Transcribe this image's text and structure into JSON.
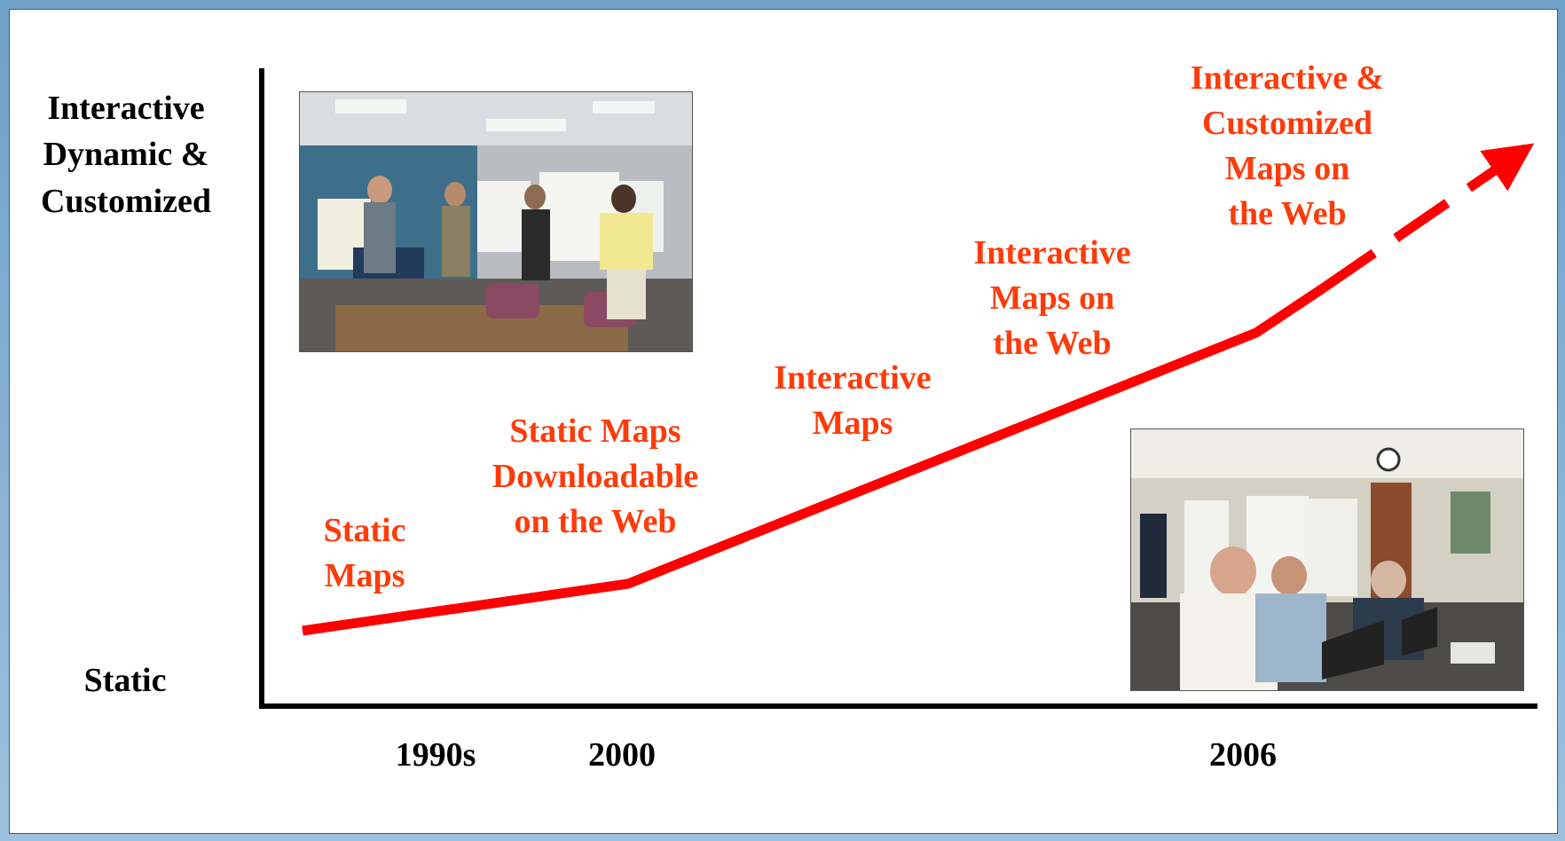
{
  "y_axis": {
    "top_label": "Interactive\nDynamic &\nCustomized",
    "bottom_label": "Static"
  },
  "x_axis": {
    "ticks": [
      "1990s",
      "2000",
      "2006"
    ]
  },
  "stages": [
    {
      "id": "static",
      "label": "Static\nMaps"
    },
    {
      "id": "downloadable",
      "label": "Static Maps\nDownloadable\non the Web"
    },
    {
      "id": "interactive",
      "label": "Interactive\nMaps"
    },
    {
      "id": "interactive-web",
      "label": "Interactive\nMaps on\nthe Web"
    },
    {
      "id": "customized-web",
      "label": "Interactive &\nCustomized\nMaps on\nthe Web"
    }
  ],
  "photos": [
    {
      "id": "map-exhibit-photo",
      "description": "people viewing posted maps at an open house"
    },
    {
      "id": "computer-workshop-photo",
      "description": "people using laptops at a workshop"
    }
  ],
  "colors": {
    "trend_line": "#ff0000",
    "stage_text": "#ff3b0a",
    "axis": "#000000",
    "frame": "#6fa0c8"
  }
}
